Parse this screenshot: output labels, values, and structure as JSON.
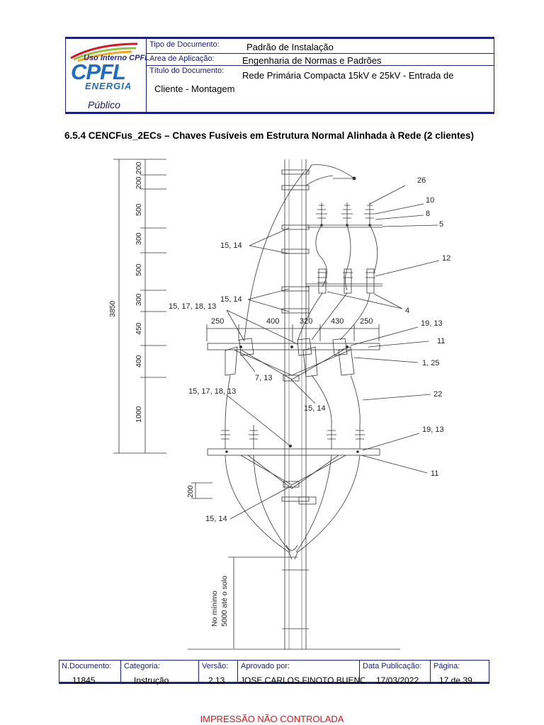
{
  "header": {
    "logo": {
      "usage_label": "Uso Interno CPFL",
      "brand": "CPFL",
      "sub_brand": "ENERGIA",
      "classification": "Público",
      "swoosh_colors": [
        "#e0141e",
        "#8cc63f",
        "#f5a623"
      ]
    },
    "fields": [
      {
        "label": "Tipo de Documento:",
        "value": "Padrão de Instalação"
      },
      {
        "label": "Area de Aplicação:",
        "value": "Engenharia de Normas e Padrões"
      },
      {
        "label": "Título do Documento:",
        "value_line1": "Rede Primária Compacta 15kV e 25kV - Entrada de",
        "value_line2": "Cliente - Montagem"
      }
    ]
  },
  "section": {
    "title": "6.5.4 CENCFus_2ECs – Chaves Fusíveis em Estrutura Normal Alinhada à Rede (2 clientes)"
  },
  "drawing": {
    "left_dims": [
      "200",
      "200",
      "500",
      "300",
      "500",
      "300",
      "450",
      "400",
      "1000"
    ],
    "total_height": "3850",
    "low_dim": "200",
    "ground_label_1": "No mínimo",
    "ground_label_2": "5000 até o solo",
    "horizontal_dims": [
      "250",
      "400",
      "320",
      "430",
      "250"
    ],
    "callouts": {
      "c26": "26",
      "c10": "10",
      "c8": "8",
      "c5": "5",
      "c12": "12",
      "c4": "4",
      "c1514a": "15, 14",
      "c1514b": "15, 14",
      "c15171813a": "15, 17, 18, 13",
      "c1913a": "19, 13",
      "c11a": "11",
      "c125": "1, 25",
      "c713": "7, 13",
      "c15171813b": "15, 17, 18, 13",
      "c1514c": "15, 14",
      "c22": "22",
      "c1913b": "19, 13",
      "c11b": "11",
      "c1514d": "15, 14"
    }
  },
  "footer": {
    "columns": [
      {
        "label": "N.Documento:",
        "value": "11845"
      },
      {
        "label": "Categoria:",
        "value": "Instrução"
      },
      {
        "label": "Versão:",
        "value": "2.13"
      },
      {
        "label": "Aprovado por:",
        "value": "JOSE CARLOS FINOTO BUENO"
      },
      {
        "label": "Data Publicação:",
        "value": "17/03/2022"
      },
      {
        "label": "Página:",
        "value": "17 de 39"
      }
    ],
    "uncontrolled": "IMPRESSÃO NÃO CONTROLADA"
  }
}
